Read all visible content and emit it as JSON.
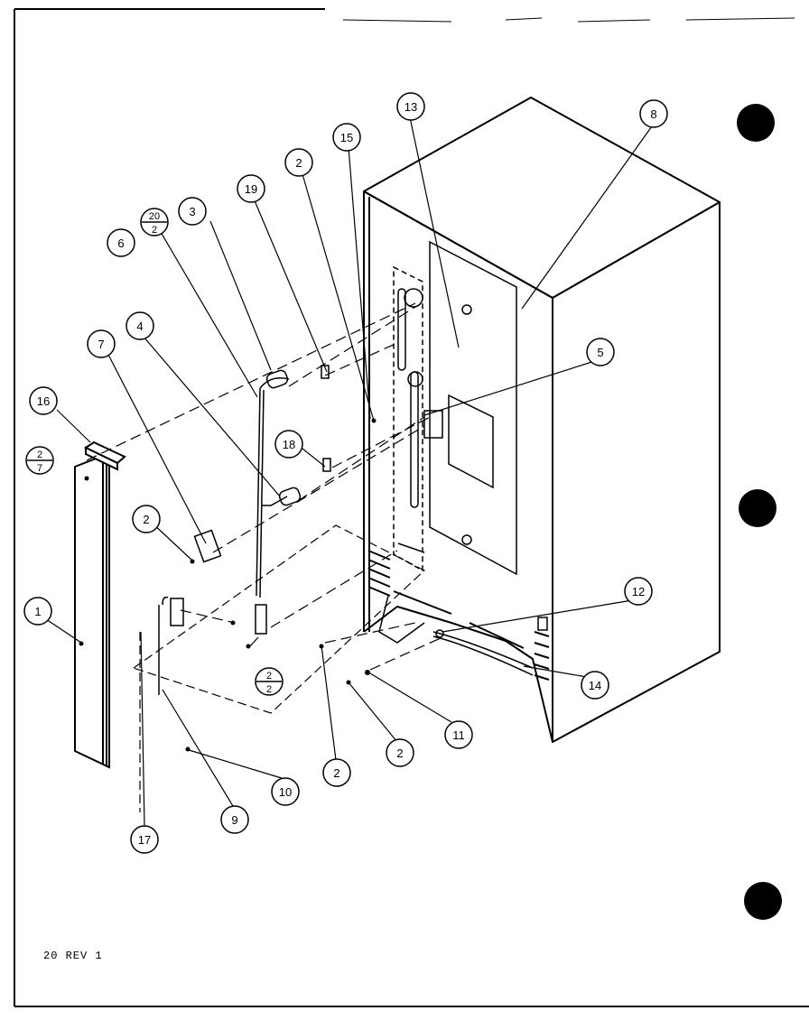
{
  "diagram": {
    "page_code": "20 REV 1",
    "callouts": [
      {
        "id": "c1",
        "label": "1"
      },
      {
        "id": "c2a",
        "label": "2"
      },
      {
        "id": "c2b",
        "label": "2"
      },
      {
        "id": "c2c",
        "label": "2"
      },
      {
        "id": "c2d",
        "label": "2"
      },
      {
        "id": "c3",
        "label": "3"
      },
      {
        "id": "c4",
        "label": "4"
      },
      {
        "id": "c5",
        "label": "5"
      },
      {
        "id": "c6",
        "label": "6"
      },
      {
        "id": "c7",
        "label": "7"
      },
      {
        "id": "c8",
        "label": "8"
      },
      {
        "id": "c9",
        "label": "9"
      },
      {
        "id": "c10",
        "label": "10"
      },
      {
        "id": "c11",
        "label": "11"
      },
      {
        "id": "c12",
        "label": "12"
      },
      {
        "id": "c13",
        "label": "13"
      },
      {
        "id": "c14",
        "label": "14"
      },
      {
        "id": "c15",
        "label": "15"
      },
      {
        "id": "c16",
        "label": "16"
      },
      {
        "id": "c17",
        "label": "17"
      },
      {
        "id": "c18",
        "label": "18"
      },
      {
        "id": "c19",
        "label": "19"
      }
    ],
    "fraction_callouts": [
      {
        "id": "f20_2",
        "top": "20",
        "bottom": "2"
      },
      {
        "id": "f2_7",
        "top": "2",
        "bottom": "7"
      },
      {
        "id": "f2_2",
        "top": "2",
        "bottom": "2"
      }
    ]
  }
}
